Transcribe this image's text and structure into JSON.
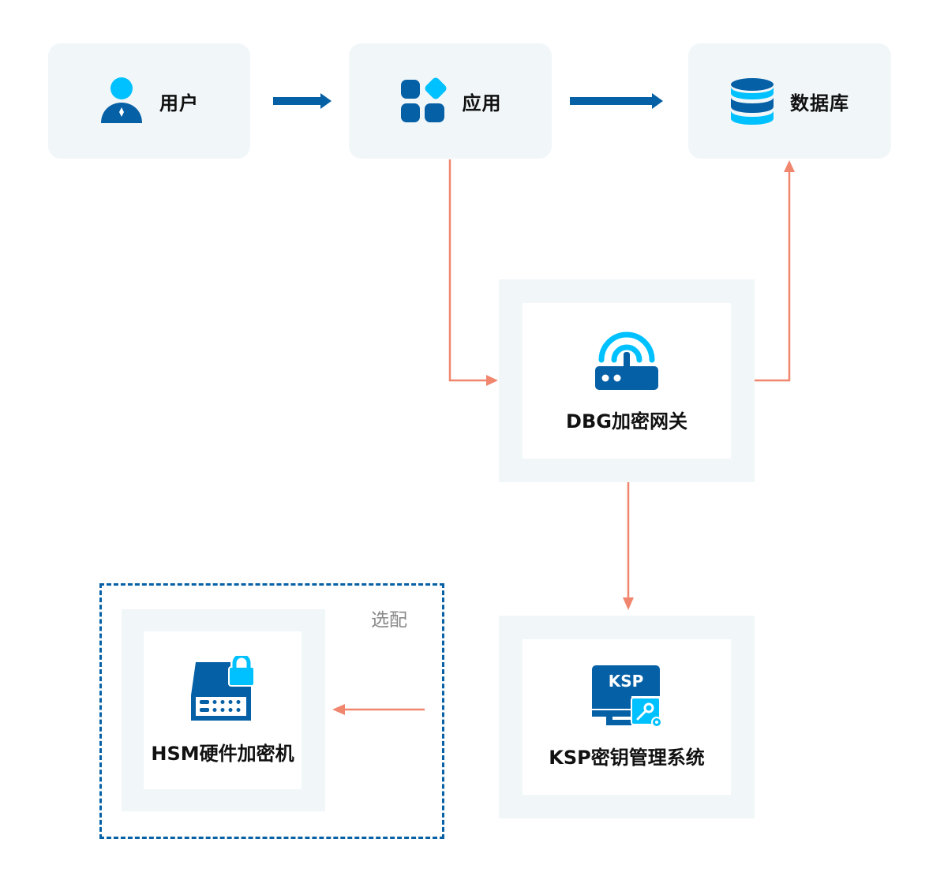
{
  "colors": {
    "primary": "#0560a6",
    "accent": "#00c1ff",
    "card_bg": "#f1f6f9",
    "connector": "#f0866e",
    "text": "#111111",
    "muted_text": "#888888"
  },
  "nodes": {
    "user": {
      "label": "用户",
      "icon": "user-icon"
    },
    "app": {
      "label": "应用",
      "icon": "apps-grid-icon"
    },
    "database": {
      "label": "数据库",
      "icon": "database-icon"
    },
    "dbg": {
      "label": "DBG加密网关",
      "icon": "router-icon"
    },
    "ksp": {
      "label": "KSP密钥管理系统",
      "icon": "ksp-monitor-key-icon",
      "icon_text": "KSP"
    },
    "hsm": {
      "label": "HSM硬件加密机",
      "icon": "hsm-lock-device-icon"
    }
  },
  "optional_group": {
    "label": "选配"
  },
  "edges": [
    {
      "from": "user",
      "to": "app",
      "style": "thick-blue"
    },
    {
      "from": "app",
      "to": "database",
      "style": "thick-blue"
    },
    {
      "from": "app",
      "to": "dbg",
      "style": "thin-orange"
    },
    {
      "from": "dbg",
      "to": "database",
      "style": "thin-orange"
    },
    {
      "from": "dbg",
      "to": "ksp",
      "style": "thin-orange"
    },
    {
      "from": "ksp",
      "to": "hsm",
      "style": "thin-orange"
    }
  ]
}
